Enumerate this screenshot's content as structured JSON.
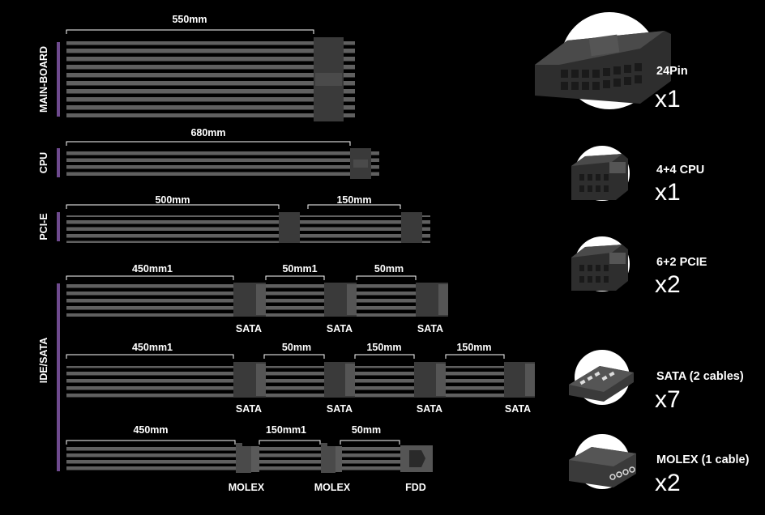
{
  "groups": {
    "mainboard": "MAIN-BOARD",
    "cpu": "CPU",
    "pcie": "PCI-E",
    "idesata": "IDE/SATA"
  },
  "lengths": {
    "mb": "550mm",
    "cpu": "680mm",
    "pcie_1": "500mm",
    "pcie_2": "150mm",
    "sata_a_1": "450mm1",
    "sata_a_2": "50mm1",
    "sata_a_3": "50mm",
    "sata_b_1": "450mm1",
    "sata_b_2": "50mm",
    "sata_b_3": "150mm",
    "sata_b_4": "150mm",
    "molex_1": "450mm",
    "molex_2": "150mm1",
    "molex_3": "50mm"
  },
  "connectors": {
    "sata": "SATA",
    "molex": "MOLEX",
    "fdd": "FDD"
  },
  "inventory": [
    {
      "name": "24Pin",
      "qty": "x1",
      "icon": "atx-24pin-connector-icon"
    },
    {
      "name": "4+4 CPU",
      "qty": "x1",
      "icon": "cpu-8pin-connector-icon"
    },
    {
      "name": "6+2 PCIE",
      "qty": "x2",
      "icon": "pcie-8pin-connector-icon"
    },
    {
      "name": "SATA (2 cables)",
      "qty": "x7",
      "icon": "sata-connector-icon"
    },
    {
      "name": "MOLEX (1 cable)",
      "qty": "x2",
      "icon": "molex-connector-icon"
    }
  ],
  "colors": {
    "background": "#000000",
    "wire": "#5f5f5f",
    "connector": "#3a3a3a",
    "group_bar": "#6e4a8e",
    "text": "#ffffff"
  }
}
